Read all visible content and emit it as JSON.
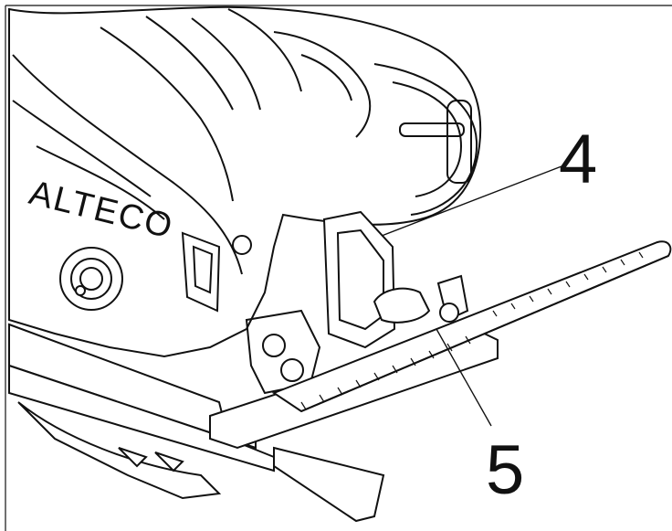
{
  "figure": {
    "brand_text": "ALTECO",
    "callouts": [
      {
        "id": "callout-4",
        "label": "4"
      },
      {
        "id": "callout-5",
        "label": "5"
      }
    ],
    "colors": {
      "line": "#111111",
      "background": "#ffffff",
      "fill_light": "#f4f4f4"
    }
  }
}
